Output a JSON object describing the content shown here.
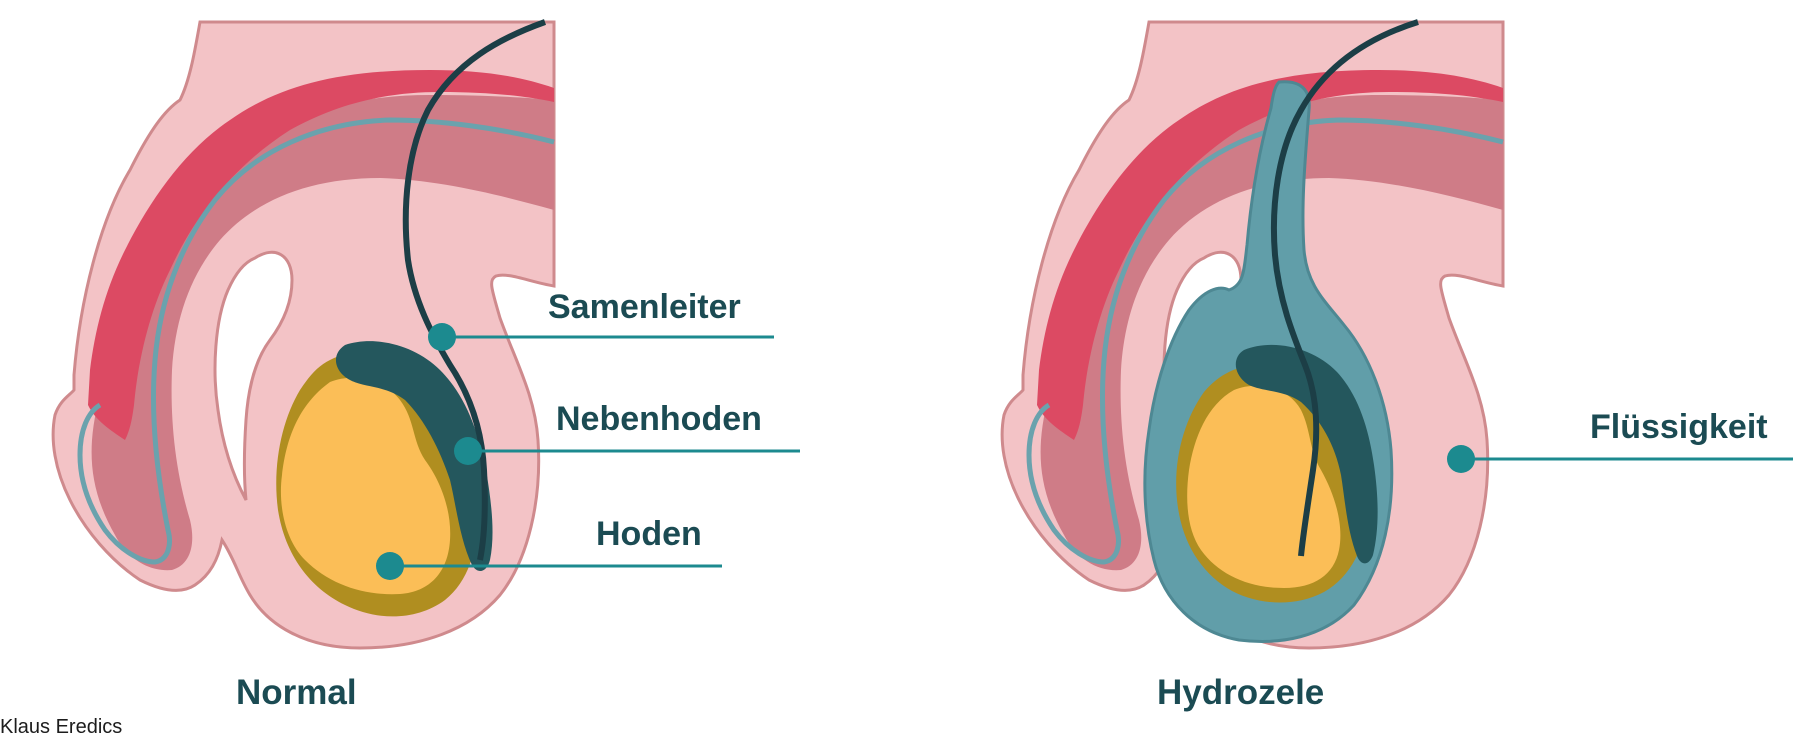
{
  "colors": {
    "skin": "#f3c3c6",
    "skin_outline": "#cf8a8d",
    "penis_red": "#dc4a63",
    "penis_mauve": "#cf7c87",
    "urethra_blue": "#6aa2ad",
    "testis_yellow": "#fbbe57",
    "tunica_olive": "#b08e20",
    "epididymis_dark": "#24575d",
    "vas_dark": "#1c3e46",
    "fluid_blue": "#619ea9",
    "callout_line": "#1c8a8f",
    "label_text": "#1b4b53"
  },
  "panels": [
    {
      "caption": "Normal",
      "callouts": [
        {
          "label": "Samenleiter",
          "target": "vas-deferens"
        },
        {
          "label": "Nebenhoden",
          "target": "epididymis"
        },
        {
          "label": "Hoden",
          "target": "testis"
        }
      ]
    },
    {
      "caption": "Hydrozele",
      "callouts": [
        {
          "label": "Flüssigkeit",
          "target": "fluid"
        }
      ]
    }
  ],
  "credit": "Klaus Eredics"
}
